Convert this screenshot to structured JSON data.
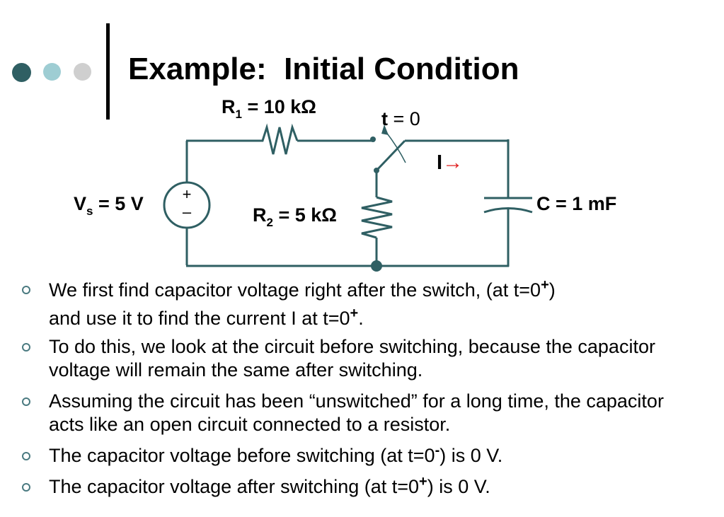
{
  "title": "Example:  Initial Condition",
  "circuit": {
    "r1": {
      "label": "R",
      "sub": "1",
      "value": " = 10 kΩ"
    },
    "r2": {
      "label": "R",
      "sub": "2",
      "value": " = 5 kΩ"
    },
    "vs": {
      "label": "V",
      "sub": "s",
      "value": " = 5 V"
    },
    "cap": {
      "label": "C = 1 mF"
    },
    "switch": {
      "t": "t",
      "value": " = 0"
    },
    "current": {
      "label": "I",
      "arrow": "→"
    },
    "source_plus": "+",
    "source_minus": "–"
  },
  "bullets": [
    {
      "a": "We first find capacitor voltage right after the switch, (at t=0",
      "sup1": "+",
      "b": ")",
      "c": "and use it to find the current I at t=0",
      "sup2": "+",
      "d": "."
    },
    {
      "text": "To do this, we look at the circuit before switching, because the capacitor voltage will remain the same after switching."
    },
    {
      "text": "Assuming the circuit has been “unswitched” for a long time, the capacitor acts like an open circuit connected to a resistor."
    },
    {
      "a": "The capacitor voltage before switching (at t=0",
      "sup": "-",
      "b": ") is 0 V."
    },
    {
      "a": "The capacitor voltage after switching (at t=0",
      "sup": "+",
      "b": ") is 0 V."
    }
  ],
  "colors": {
    "wire": "#2f5f63",
    "arrow": "#e02020",
    "dot_dark": "#2f5f63",
    "dot_light": "#9ecdd3",
    "dot_grey": "#cfcfcf"
  }
}
